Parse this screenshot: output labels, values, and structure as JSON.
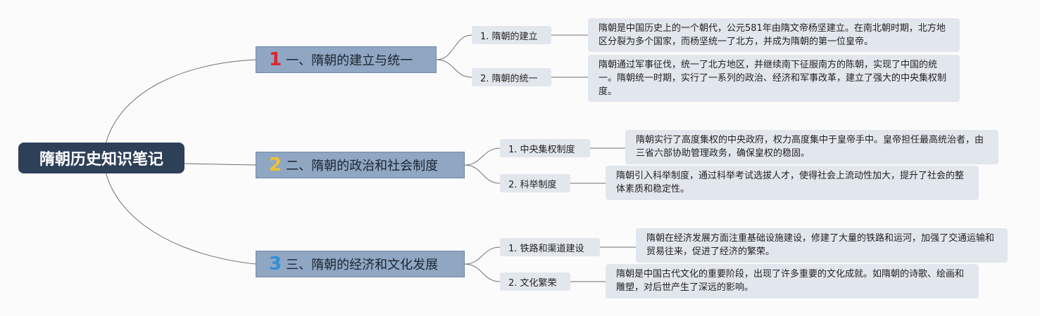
{
  "title": "隋朝历史知识笔记",
  "colors": {
    "root_bg": "#2e3f58",
    "section_bg": "#8fa7c3",
    "node_bg": "#e2e6ed",
    "num1": "#e0242f",
    "num2": "#f2c12e",
    "num3": "#2f8fd8",
    "link": "#6e6e6e"
  },
  "sections": [
    {
      "num": "1",
      "label": "一、隋朝的建立与统一",
      "items": [
        {
          "label": "1. 隋朝的建立",
          "note": "隋朝是中国历史上的一个朝代，公元581年由隋文帝杨坚建立。在南北朝时期，北方地区分裂为多个国家，而杨坚统一了北方，并成为隋朝的第一位皇帝。"
        },
        {
          "label": "2. 隋朝的统一",
          "note": "隋朝通过军事征伐，统一了北方地区，并继续南下征服南方的陈朝，实现了中国的统一。隋朝统一时期，实行了一系列的政治、经济和军事改革，建立了强大的中央集权制度。"
        }
      ]
    },
    {
      "num": "2",
      "label": "二、隋朝的政治和社会制度",
      "items": [
        {
          "label": "1. 中央集权制度",
          "note": "隋朝实行了高度集权的中央政府，权力高度集中于皇帝手中。皇帝担任最高统治者，由三省六部协助管理政务，确保皇权的稳固。"
        },
        {
          "label": "2. 科举制度",
          "note": "隋朝引入科举制度，通过科举考试选拔人才，使得社会上流动性加大，提升了社会的整体素质和稳定性。"
        }
      ]
    },
    {
      "num": "3",
      "label": "三、隋朝的经济和文化发展",
      "items": [
        {
          "label": "1. 铁路和渠道建设",
          "note": "隋朝在经济发展方面注重基础设施建设，修建了大量的铁路和运河，加强了交通运输和贸易往来，促进了经济的繁荣。"
        },
        {
          "label": "2. 文化繁荣",
          "note": "隋朝是中国古代文化的重要阶段，出现了许多重要的文化成就。如隋朝的诗歌、绘画和雕塑，对后世产生了深远的影响。"
        }
      ]
    }
  ]
}
